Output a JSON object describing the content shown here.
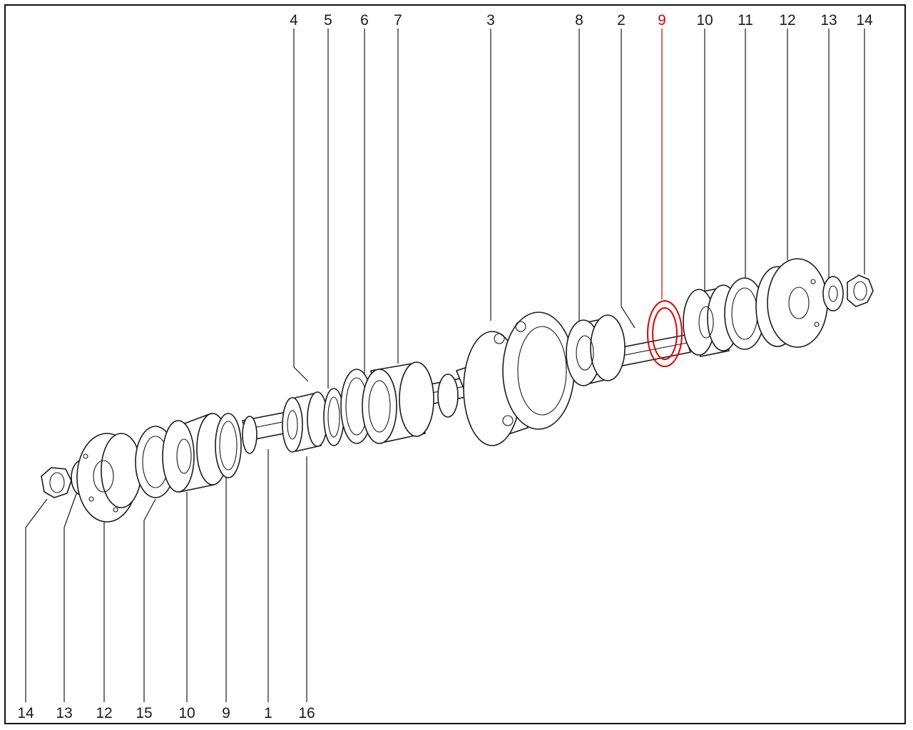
{
  "callouts": {
    "top": [
      {
        "id": "t4",
        "text": "4"
      },
      {
        "id": "t5",
        "text": "5"
      },
      {
        "id": "t6",
        "text": "6"
      },
      {
        "id": "t7",
        "text": "7"
      },
      {
        "id": "t3",
        "text": "3"
      },
      {
        "id": "t8",
        "text": "8"
      },
      {
        "id": "t2",
        "text": "2"
      },
      {
        "id": "t9",
        "text": "9",
        "highlighted": true
      },
      {
        "id": "t10",
        "text": "10"
      },
      {
        "id": "t11",
        "text": "11"
      },
      {
        "id": "t12",
        "text": "12"
      },
      {
        "id": "t13",
        "text": "13"
      },
      {
        "id": "t14",
        "text": "14"
      }
    ],
    "bottom": [
      {
        "id": "b14",
        "text": "14"
      },
      {
        "id": "b13",
        "text": "13"
      },
      {
        "id": "b12",
        "text": "12"
      },
      {
        "id": "b15",
        "text": "15"
      },
      {
        "id": "b10",
        "text": "10"
      },
      {
        "id": "b9",
        "text": "9"
      },
      {
        "id": "b1",
        "text": "1"
      },
      {
        "id": "b16",
        "text": "16"
      }
    ]
  },
  "colors": {
    "highlight": "#e00000",
    "line": "#1a1a1a",
    "background": "#ffffff"
  }
}
